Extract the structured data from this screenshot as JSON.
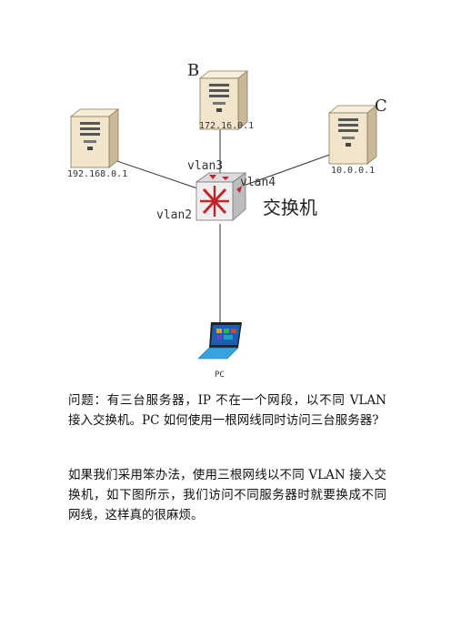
{
  "diagram": {
    "letter_b": "B",
    "letter_c": "C",
    "ip_left": "192.168.0.1",
    "ip_b": "172.16.0.1",
    "ip_c": "10.0.0.1",
    "vlan2": "vlan2",
    "vlan3": "vlan3",
    "vlan4": "vlan4",
    "switch_label": "交换机",
    "pc_label": "PC",
    "colors": {
      "server_body": "#f1e6cc",
      "server_side": "#c9b998",
      "switch_front": "#eeeeee",
      "switch_arrows": "#c0252b",
      "laptop_screen": "#1a5fb4",
      "laptop_keyboard": "#36a3e0"
    },
    "icons": [
      "server-icon",
      "switch-icon",
      "laptop-icon"
    ]
  },
  "text": {
    "para1": "问题：有三台服务器，IP 不在一个网段，以不同 VLAN 接入交换机。PC 如何使用一根网线同时访问三台服务器?",
    "para2": "如果我们采用笨办法，使用三根网线以不同 VLAN 接入交换机，如下图所示，我们访问不同服务器时就要换成不同网线，这样真的很麻烦。"
  }
}
